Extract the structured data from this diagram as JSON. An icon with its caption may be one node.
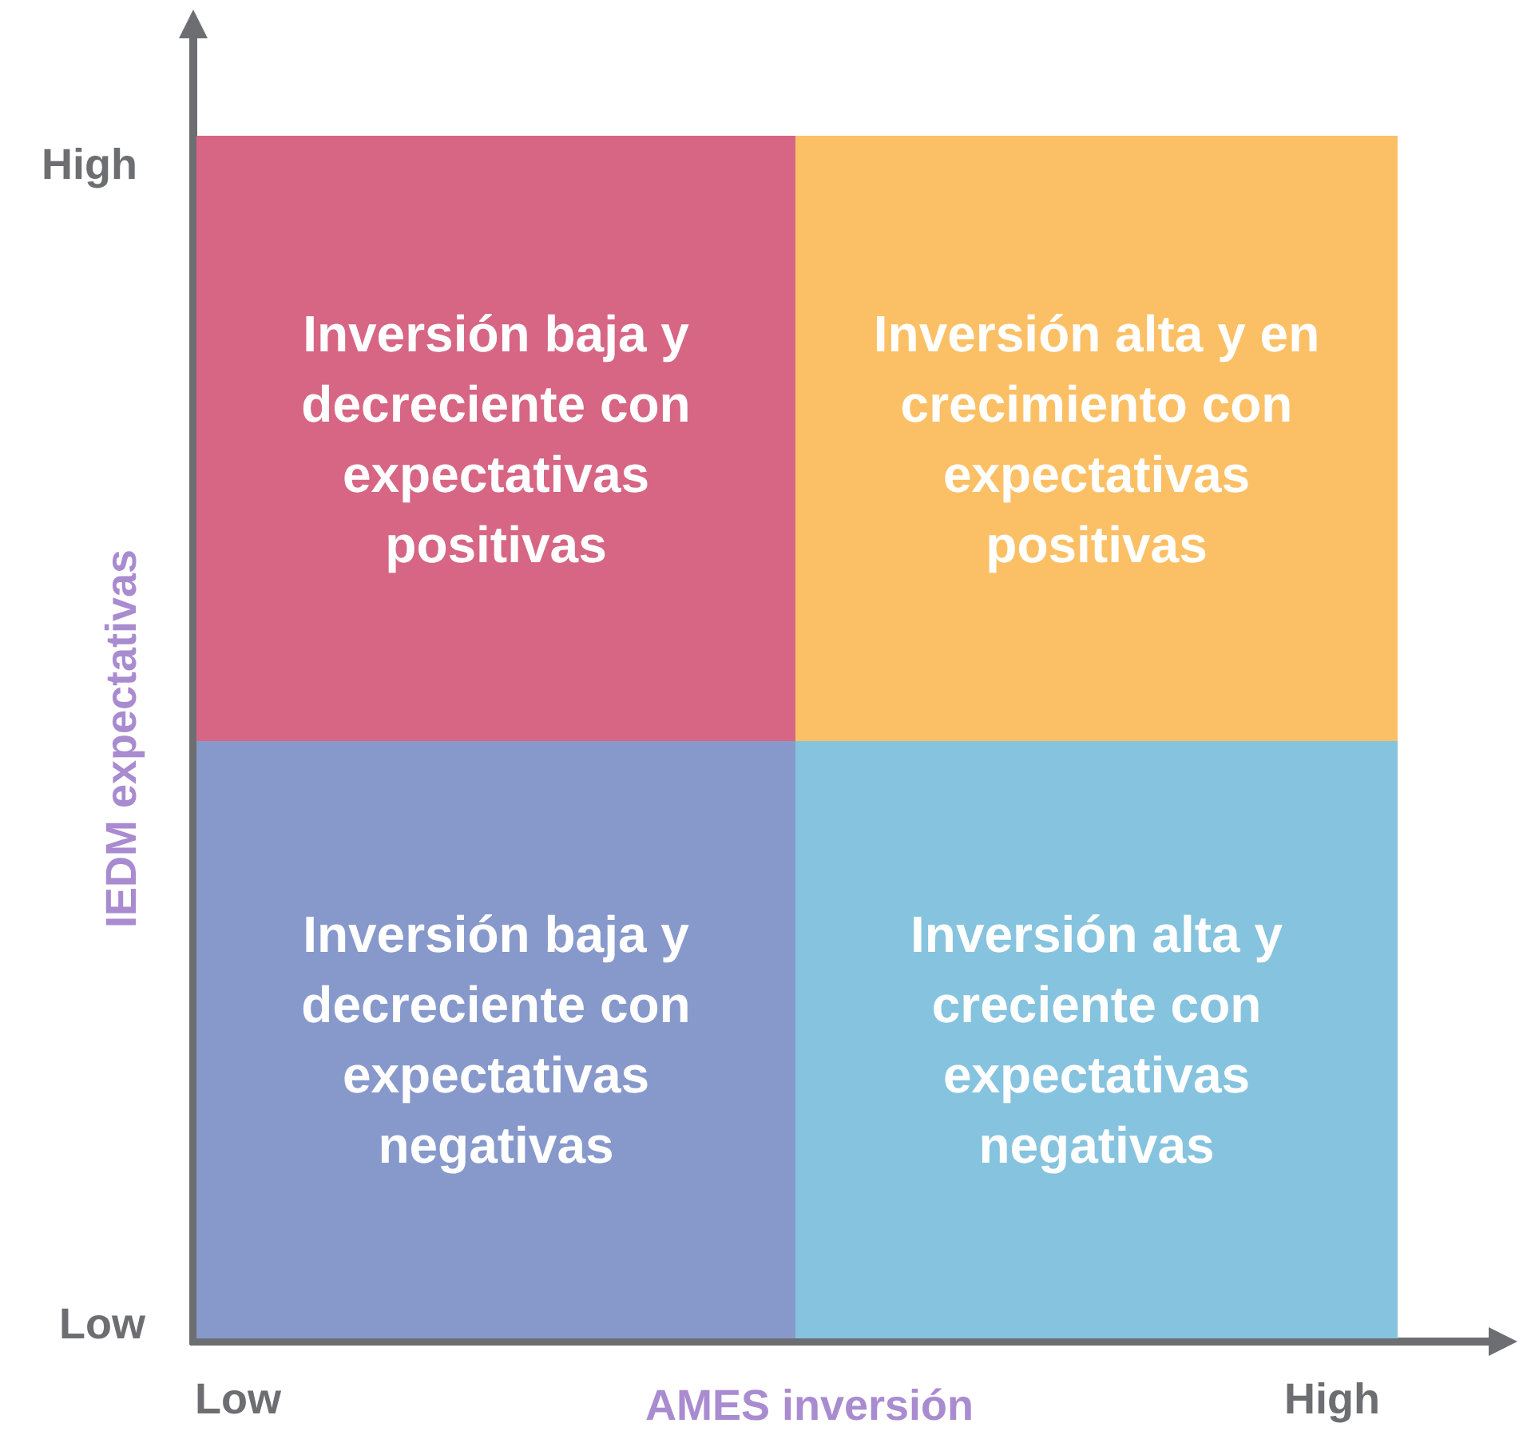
{
  "diagram": {
    "nodes": [
      {
        "text": [
          "Inversión baja y decreciente con expectativas positivas"
        ]
      },
      {
        "text": [
          "Inversión alta y en crecimiento con expectativas positivas"
        ]
      },
      {
        "text": [
          "Inversión baja y decreciente con expectativas negativas"
        ]
      },
      {
        "text": [
          "Inversión alta y creciente con expectativas negativas"
        ]
      }
    ],
    "edges": [],
    "labels": [
      "High",
      "IEDM expectativas",
      "Low",
      "Low",
      "AMES inversión",
      "High"
    ]
  }
}
